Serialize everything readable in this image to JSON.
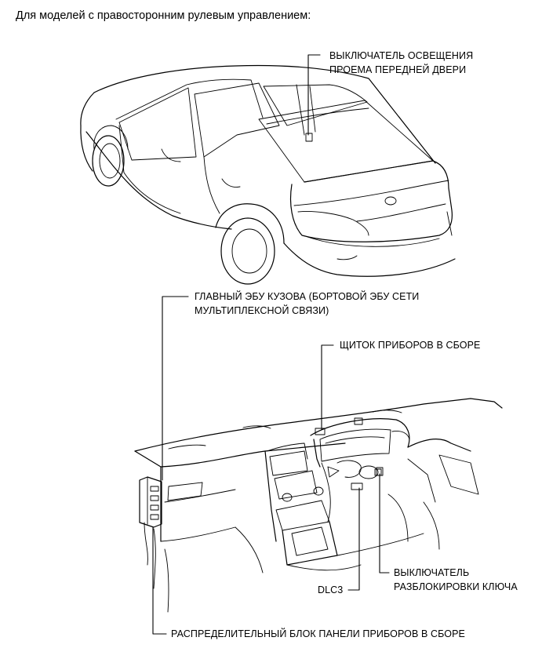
{
  "heading": "Для моделей с правосторонним рулевым управлением:",
  "labels": {
    "door_switch_line1": "ВЫКЛЮЧАТЕЛЬ ОСВЕЩЕНИЯ",
    "door_switch_line2": "ПРОЕМА ПЕРЕДНЕЙ ДВЕРИ",
    "body_ecu_line1": "ГЛАВНЫЙ ЭБУ КУЗОВА (БОРТОВОЙ ЭБУ СЕТИ",
    "body_ecu_line2": "МУЛЬТИПЛЕКСНОЙ СВЯЗИ)",
    "combination_meter": "ЩИТОК ПРИБОРОВ В СБОРЕ",
    "unlock_switch_line1": "ВЫКЛЮЧАТЕЛЬ",
    "unlock_switch_line2": "РАЗБЛОКИРОВКИ КЛЮЧА",
    "dlc3": "DLC3",
    "junction_block": "РАСПРЕДЕЛИТЕЛЬНЫЙ БЛОК ПАНЕЛИ ПРИБОРОВ В СБОРЕ"
  }
}
